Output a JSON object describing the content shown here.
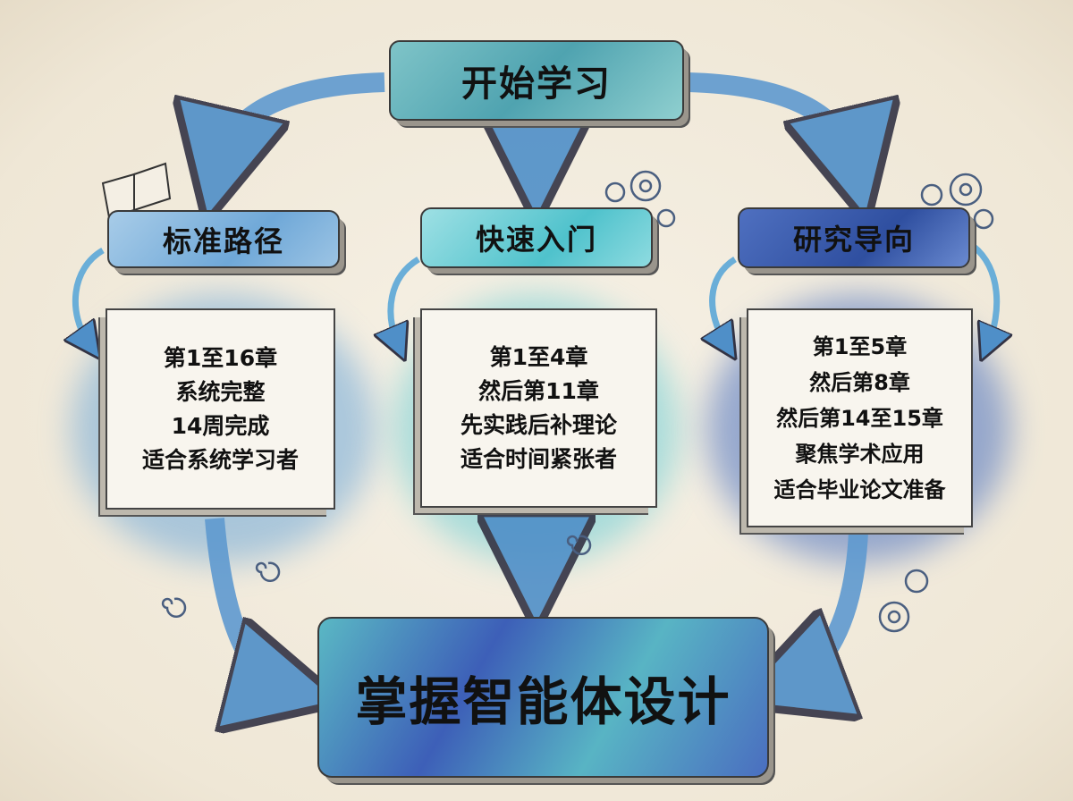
{
  "start": "开始学习",
  "paths": [
    {
      "title": "标准路径",
      "lines": [
        "第1至16章",
        "系统完整",
        "14周完成",
        "适合系统学习者"
      ],
      "color": "#6fa8d8"
    },
    {
      "title": "快速入门",
      "lines": [
        "第1至4章",
        "然后第11章",
        "先实践后补理论",
        "适合时间紧张者"
      ],
      "color": "#5ec8d0"
    },
    {
      "title": "研究导向",
      "lines": [
        "第1至5章",
        "然后第8章",
        "然后第14至15章",
        "聚焦学术应用",
        "适合毕业论文准备"
      ],
      "color": "#3556a8"
    }
  ],
  "goal": "掌握智能体设计"
}
